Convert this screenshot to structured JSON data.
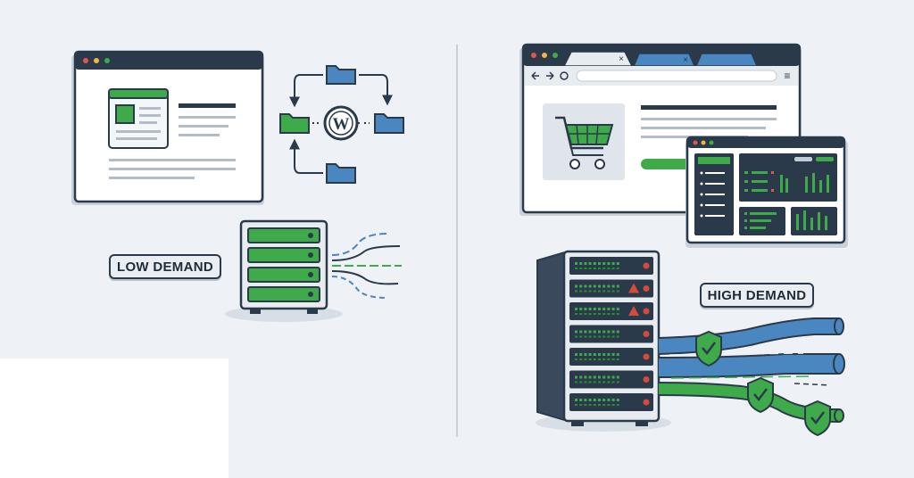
{
  "low_demand": {
    "label": "LOW DEMAND",
    "center_logo_letter": "W",
    "center_logo_name": "WordPress"
  },
  "high_demand": {
    "label": "HIGH DEMAND",
    "browser_tab_close_glyph": "×",
    "browser_menu_glyph": "≡"
  },
  "colors": {
    "background": "#eef2f6",
    "outline": "#2b3a4a",
    "green": "#3faa4a",
    "blue": "#4a86c0",
    "warning_red": "#d64a3a"
  }
}
